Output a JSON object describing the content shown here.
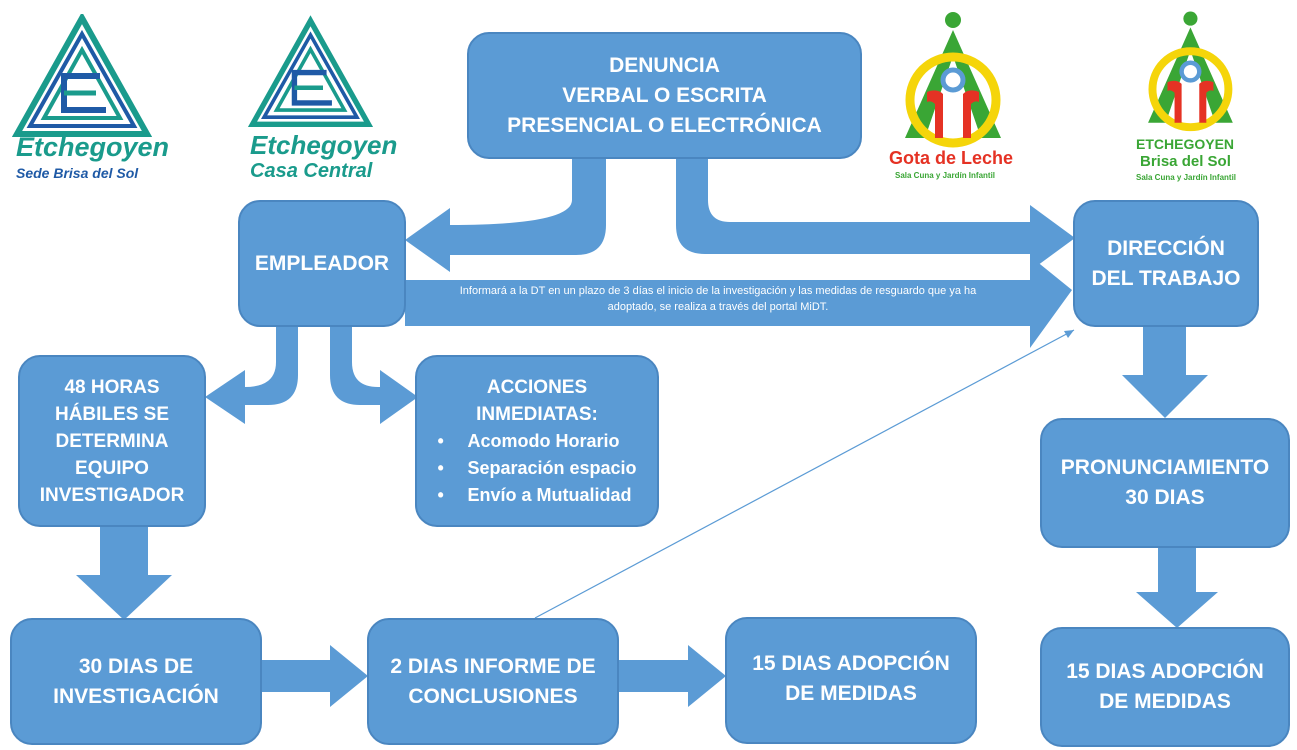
{
  "colors": {
    "box_fill": "#5b9bd5",
    "box_border": "#4a86c0",
    "arrow": "#5b9bd5",
    "text": "#ffffff",
    "etchegoyen_green": "#1a9b8c",
    "etchegoyen_blue": "#1f5aa6",
    "gota_green": "#3aa635",
    "gota_red": "#e53224",
    "gota_yellow": "#f5d50a"
  },
  "logos": {
    "sede_brisa": {
      "name": "Etchegoyen",
      "sub": "Sede Brisa del Sol"
    },
    "casa_central": {
      "name": "Etchegoyen",
      "sub": "Casa Central"
    },
    "gota_leche": {
      "name": "Gota de Leche",
      "sub": "Sala Cuna y Jardín Infantil"
    },
    "brisa_sol": {
      "name": "ETCHEGOYEN",
      "name2": "Brisa del Sol",
      "sub": "Sala Cuna y Jardín Infantil"
    }
  },
  "nodes": {
    "denuncia": [
      "DENUNCIA",
      "VERBAL O ESCRITA",
      "PRESENCIAL O ELECTRÓNICA"
    ],
    "empleador": "EMPLEADOR",
    "direccion": [
      "DIRECCIÓN",
      "DEL TRABAJO"
    ],
    "equipo": [
      "48 HORAS",
      "HÁBILES SE",
      "DETERMINA",
      "EQUIPO",
      "INVESTIGADOR"
    ],
    "acciones": {
      "title": [
        "ACCIONES",
        "INMEDIATAS:"
      ],
      "items": [
        "Acomodo Horario",
        "Separación espacio",
        "Envío a Mutualidad"
      ]
    },
    "pronunciamiento": [
      "PRONUNCIAMIENTO",
      "30 DIAS"
    ],
    "investigacion": [
      "30 DIAS DE",
      "INVESTIGACIÓN"
    ],
    "informe": [
      "2 DIAS INFORME DE",
      "CONCLUSIONES"
    ],
    "adopcion_left": [
      "15 DIAS ADOPCIÓN",
      "DE MEDIDAS"
    ],
    "adopcion_right": [
      "15 DIAS ADOPCIÓN",
      "DE MEDIDAS"
    ]
  },
  "connector_note": [
    "Informará a la DT en un plazo de 3 días el inicio de la investigación y las medidas de resguardo que ya ha",
    "adoptado,  se realiza a través del portal MiDT."
  ]
}
